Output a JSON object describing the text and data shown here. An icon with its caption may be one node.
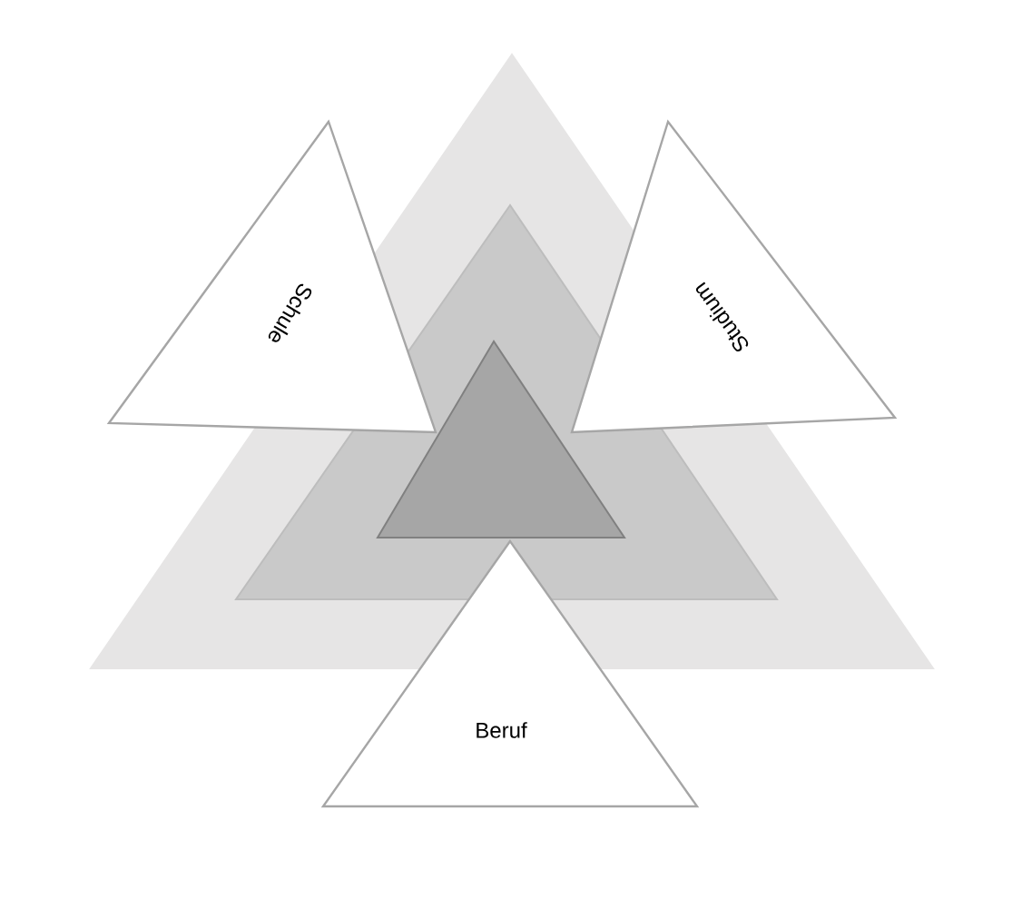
{
  "diagram": {
    "nodes": [
      {
        "text": [],
        "shape": "triangle"
      },
      {
        "text": [],
        "shape": "triangle",
        "in": 0
      },
      {
        "text": [],
        "shape": "triangle",
        "in": 1
      },
      {
        "text": [
          "Schule"
        ]
      },
      {
        "text": [
          "Studium"
        ]
      },
      {
        "text": [
          "Beruf"
        ]
      }
    ]
  }
}
